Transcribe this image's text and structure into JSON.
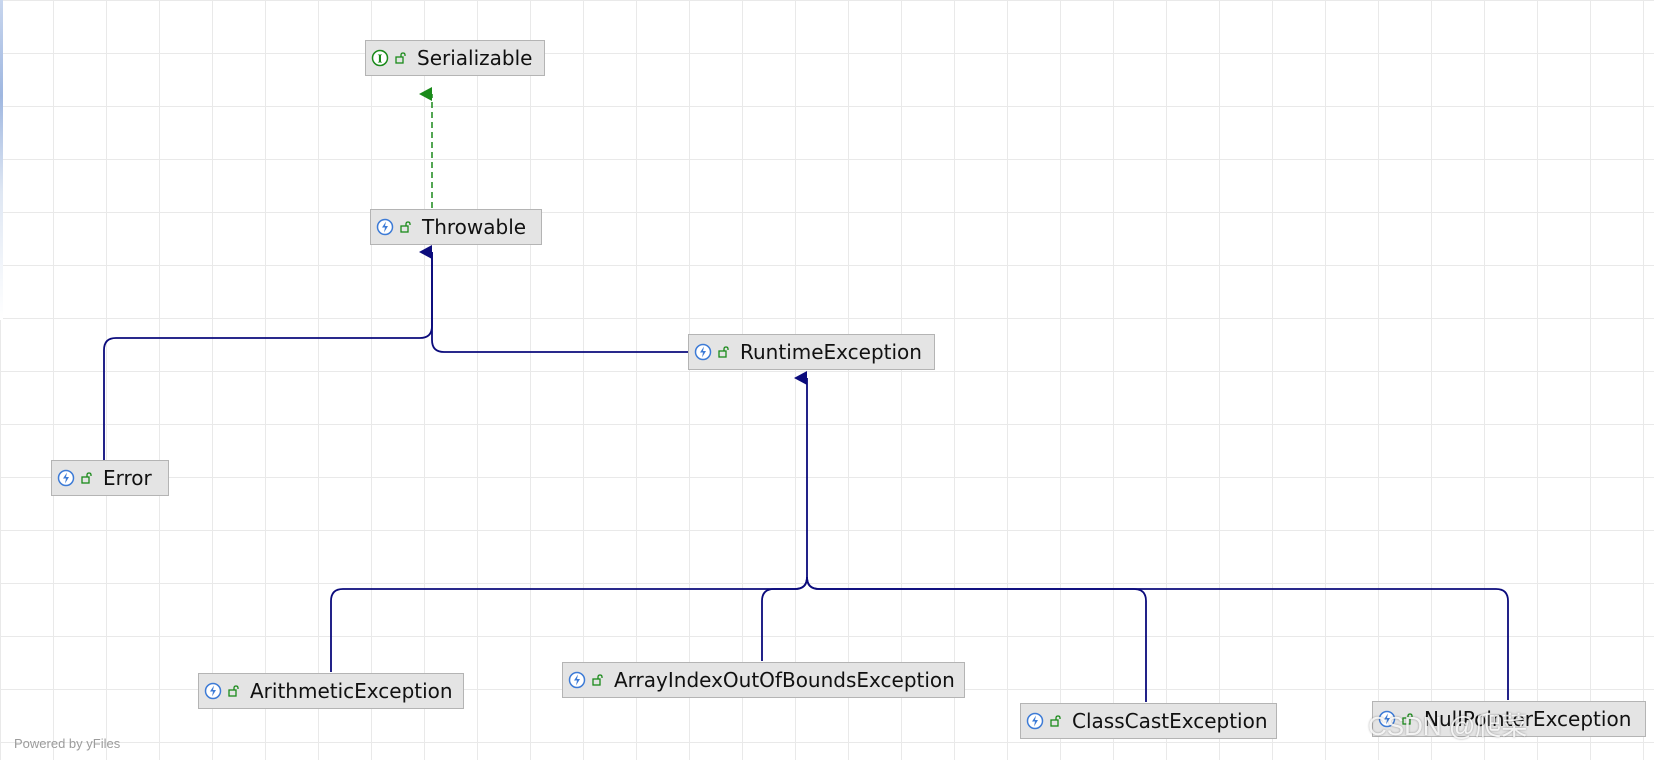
{
  "diagram": {
    "nodes": [
      {
        "id": "serializable",
        "label": "Serializable",
        "kind": "interface"
      },
      {
        "id": "throwable",
        "label": "Throwable",
        "kind": "class"
      },
      {
        "id": "runtimeexception",
        "label": "RuntimeException",
        "kind": "class"
      },
      {
        "id": "error",
        "label": "Error",
        "kind": "class"
      },
      {
        "id": "arithmeticexception",
        "label": "ArithmeticException",
        "kind": "class"
      },
      {
        "id": "arrayindexoutofboundsexception",
        "label": "ArrayIndexOutOfBoundsException",
        "kind": "class"
      },
      {
        "id": "classcastexception",
        "label": "ClassCastException",
        "kind": "class"
      },
      {
        "id": "nullpointerexception",
        "label": "NullPointerException",
        "kind": "class"
      }
    ],
    "edges": [
      {
        "from": "throwable",
        "to": "serializable",
        "type": "implements"
      },
      {
        "from": "error",
        "to": "throwable",
        "type": "extends"
      },
      {
        "from": "runtimeexception",
        "to": "throwable",
        "type": "extends"
      },
      {
        "from": "arithmeticexception",
        "to": "runtimeexception",
        "type": "extends"
      },
      {
        "from": "arrayindexoutofboundsexception",
        "to": "runtimeexception",
        "type": "extends"
      },
      {
        "from": "classcastexception",
        "to": "runtimeexception",
        "type": "extends"
      },
      {
        "from": "nullpointerexception",
        "to": "runtimeexception",
        "type": "extends"
      }
    ]
  },
  "colors": {
    "extends_edge": "#0b0b7c",
    "implements_edge": "#1a8a1a",
    "class_icon": "#3d7bd6",
    "interface_icon": "#1a8a1a",
    "visibility_icon": "#1a8a1a",
    "node_fill": "#e4e4e4",
    "node_border": "#b4b4b4"
  },
  "icons": {
    "class": "lightning-bolt-icon",
    "interface": "interface-i-icon",
    "visibility": "unlocked-padlock-icon"
  },
  "footer": {
    "text": "Powered by yFiles"
  },
  "watermark": {
    "text": "CSDN @爬菜"
  }
}
